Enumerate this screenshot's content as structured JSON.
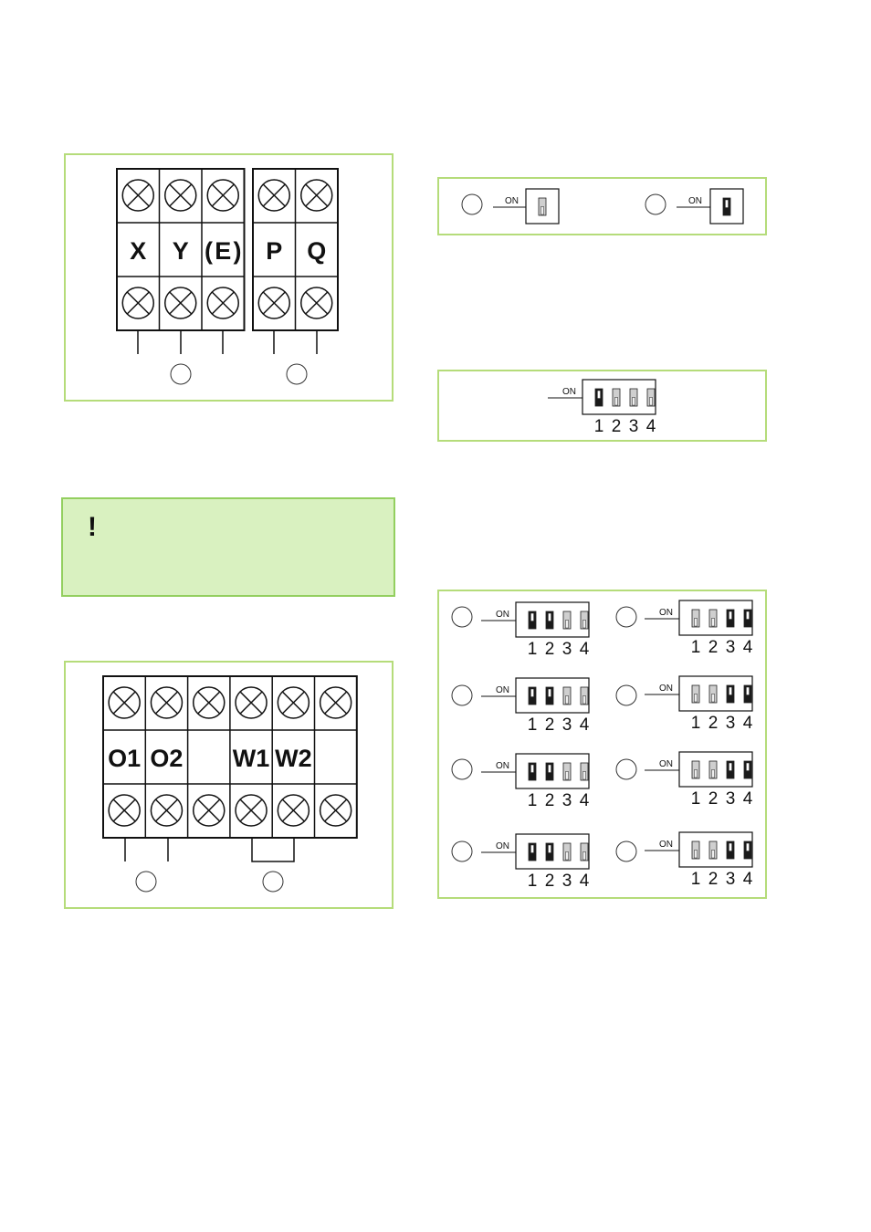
{
  "terminal_block_1": {
    "group_a_labels": [
      "X",
      "Y",
      "(E)"
    ],
    "group_b_labels": [
      "P",
      "Q"
    ]
  },
  "terminal_block_2": {
    "labels": [
      "O1",
      "O2",
      "",
      "W1",
      "W2",
      ""
    ]
  },
  "warning": {
    "symbol": "!"
  },
  "switch_label": "ON",
  "switch_numbers": [
    "1",
    "2",
    "3",
    "4"
  ],
  "single_switches": [
    {
      "on": false
    },
    {
      "on": true
    }
  ],
  "dip_example": [
    true,
    false,
    false,
    false
  ],
  "dip_grid": [
    {
      "left": [
        true,
        true,
        false,
        false
      ],
      "right": [
        false,
        false,
        true,
        true
      ]
    },
    {
      "left": [
        true,
        true,
        false,
        false
      ],
      "right": [
        false,
        false,
        true,
        true
      ]
    },
    {
      "left": [
        true,
        true,
        false,
        false
      ],
      "right": [
        false,
        false,
        true,
        true
      ]
    },
    {
      "left": [
        true,
        true,
        false,
        false
      ],
      "right": [
        false,
        false,
        true,
        true
      ]
    }
  ],
  "colors": {
    "panel_border": "#b5dc7a",
    "warning_bg": "#d9f1c0",
    "switch_on": "#1a1a1a",
    "switch_off": "#cfcfcf"
  }
}
